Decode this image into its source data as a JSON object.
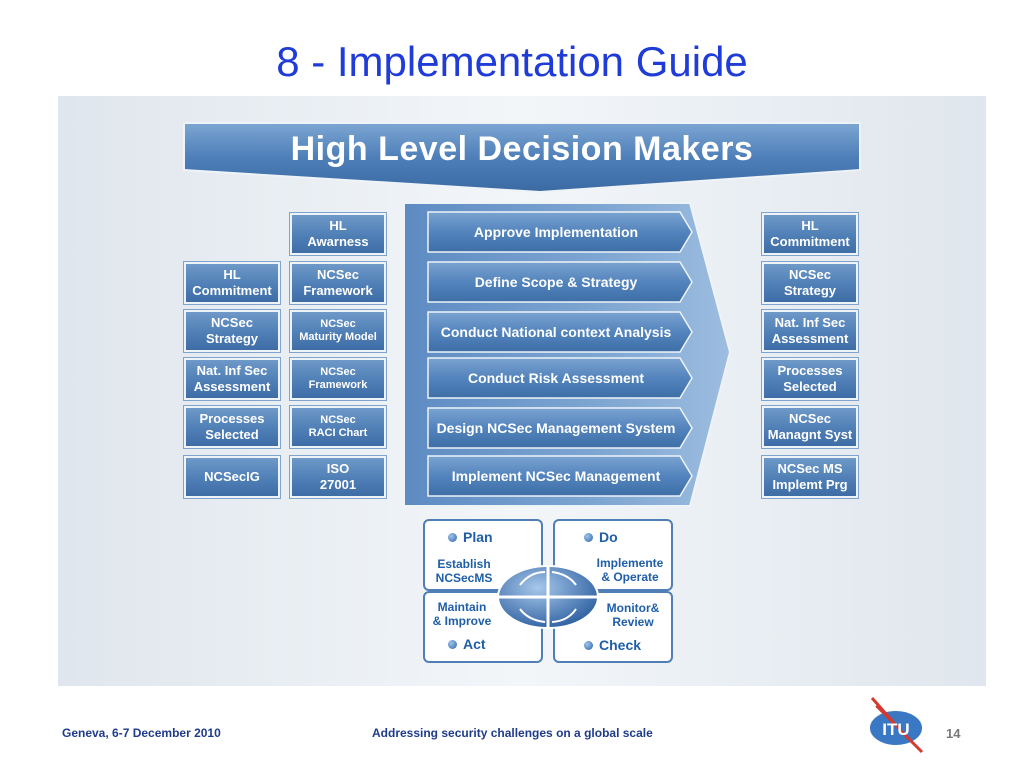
{
  "title": "8 - Implementation Guide",
  "banner": "High Level Decision Makers",
  "left_column_outer": [
    "HL\nCommitment",
    "NCSec\nStrategy",
    "Nat. Inf Sec\nAssessment",
    "Processes\nSelected",
    "NCSecIG"
  ],
  "left_column_inner": [
    "HL\nAwarness",
    "NCSec\nFramework",
    "NCSec\nMaturity Model",
    "NCSec\nFramework",
    "NCSec\nRACI Chart",
    "ISO\n27001"
  ],
  "right_column": [
    "HL\nCommitment",
    "NCSec\nStrategy",
    "Nat. Inf Sec\nAssessment",
    "Processes\nSelected",
    "NCSec\nManagnt Syst",
    "NCSec MS\nImplemt Prg"
  ],
  "steps": [
    "Approve Implementation",
    "Define Scope & Strategy",
    "Conduct National context Analysis",
    "Conduct Risk Assessment",
    "Design NCSec Management System",
    "Implement NCSec Management"
  ],
  "pdca": {
    "plan": "Plan",
    "plan_text": "Establish\nNCSecMS",
    "do": "Do",
    "do_text": "Implemente\n& Operate",
    "act": "Act",
    "act_text": "Maintain\n& Improve",
    "check": "Check",
    "check_text": "Monitor&\nReview"
  },
  "footer": {
    "left": "Geneva, 6-7 December 2010",
    "center": "Addressing security challenges on a global scale",
    "page": "14"
  },
  "logo_text": "ITU",
  "colors": {
    "title": "#1f3bd8",
    "box": "#4f7fb6",
    "footer": "#1f3b8c"
  }
}
